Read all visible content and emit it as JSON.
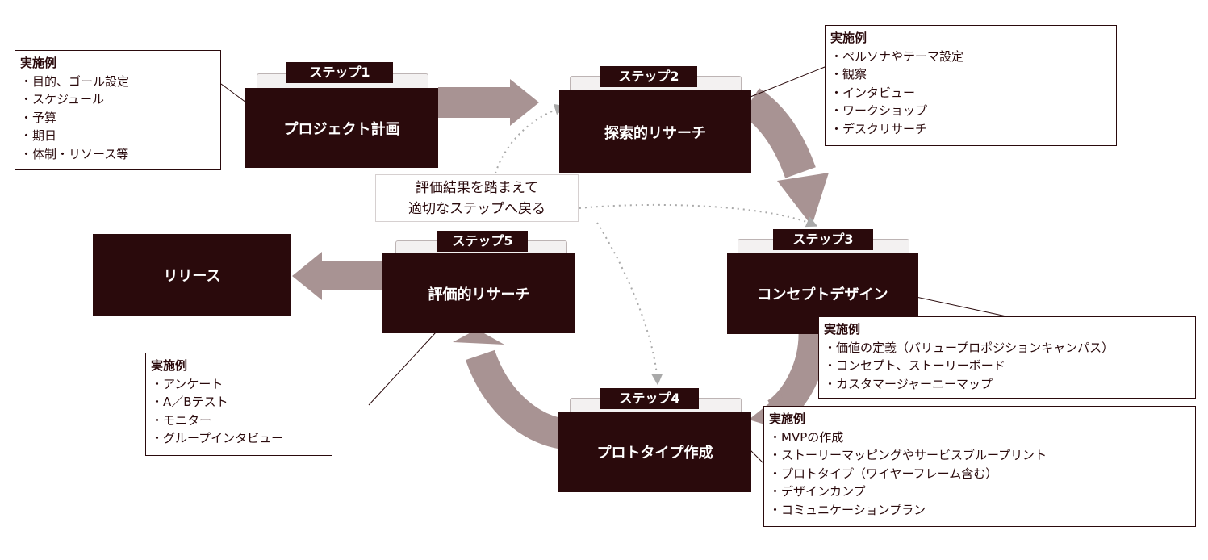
{
  "steps": [
    {
      "label": "ステップ1",
      "title": "プロジェクト計画"
    },
    {
      "label": "ステップ2",
      "title": "探索的リサーチ"
    },
    {
      "label": "ステップ3",
      "title": "コンセプトデザイン"
    },
    {
      "label": "ステップ4",
      "title": "プロトタイプ作成"
    },
    {
      "label": "ステップ5",
      "title": "評価的リサーチ"
    }
  ],
  "release": {
    "title": "リリース"
  },
  "feedback": {
    "line1": "評価結果を踏まえて",
    "line2": "適切なステップへ戻る"
  },
  "notes": [
    {
      "title": "実施例",
      "items": [
        "目的、ゴール設定",
        "スケジュール",
        "予算",
        "期日",
        "体制・リソース等"
      ]
    },
    {
      "title": "実施例",
      "items": [
        "ペルソナやテーマ設定",
        "観察",
        "インタビュー",
        "ワークショップ",
        "デスクリサーチ"
      ]
    },
    {
      "title": "実施例",
      "items": [
        "価値の定義（バリュープロポジションキャンパス）",
        "コンセプト、ストーリーボード",
        "カスタマージャーニーマップ"
      ]
    },
    {
      "title": "実施例",
      "items": [
        "MVPの作成",
        "ストーリーマッピングやサービスブループリント",
        "プロトタイプ（ワイヤーフレーム含む）",
        "デザインカンプ",
        "コミュニケーションプラン"
      ]
    },
    {
      "title": "実施例",
      "items": [
        "アンケート",
        "A／Bテスト",
        "モニター",
        "グループインタビュー"
      ]
    }
  ],
  "colors": {
    "dark": "#2a0a0c",
    "arrow": "#a89393",
    "dotted": "#a9a9a9",
    "tab": "#f3f1f1"
  }
}
